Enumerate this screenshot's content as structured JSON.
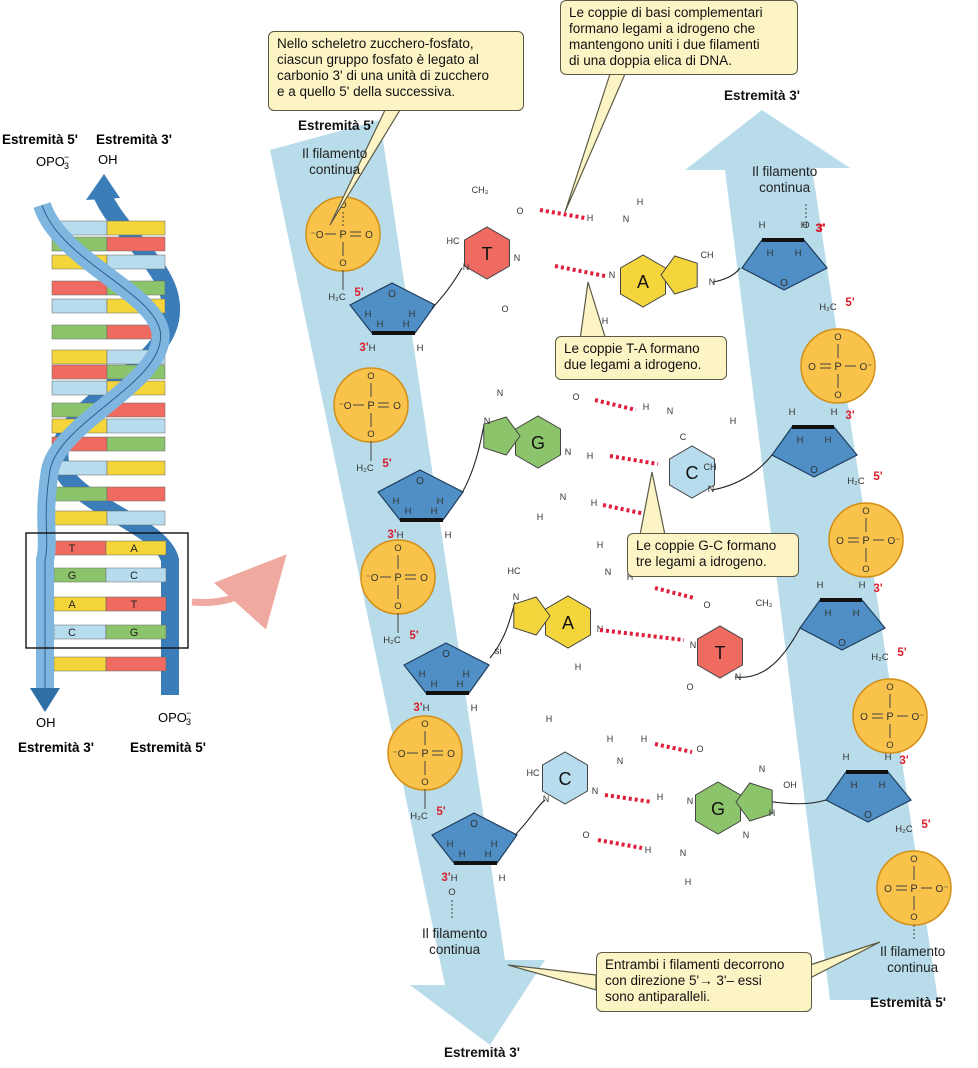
{
  "callouts": {
    "backbone": [
      "Nello scheletro zucchero-fosfato,",
      "ciascun gruppo fosfato è legato al",
      "carbonio 3' di una unità di zucchero",
      "e a quello 5' della successiva."
    ],
    "base_pairs": [
      "Le coppie di basi complementari",
      "formano legami a idrogeno che",
      "mantengono uniti i due filamenti",
      "di una doppia elica di DNA."
    ],
    "ta_pairs": [
      "Le coppie T-A formano",
      "due legami a idrogeno."
    ],
    "gc_pairs": [
      "Le coppie G-C formano",
      "tre legami a idrogeno."
    ],
    "antiparallel": [
      "Entrambi i filamenti decorrono",
      "con direzione 5'→ 3'– essi",
      "sono antiparalleli."
    ]
  },
  "helix": {
    "end_5_left": "Estremità 5'",
    "end_3_right": "Estremità 3'",
    "top_left_group": "OPO",
    "top_right_group": "OH",
    "bottom_left_group": "OH",
    "bottom_right_group": "OPO",
    "end_3_bottom": "Estremità 3'",
    "end_5_bottom": "Estremità 5'",
    "box_pairs": [
      {
        "left": "T",
        "right": "A"
      },
      {
        "left": "G",
        "right": "C"
      },
      {
        "left": "A",
        "right": "T"
      },
      {
        "left": "C",
        "right": "G"
      }
    ]
  },
  "strand_left": {
    "top_end": "Estremità 5'",
    "continues_top": [
      "Il filamento",
      "continua"
    ],
    "continues_bottom": [
      "Il filamento",
      "continua"
    ],
    "bottom_end": "Estremità 3'"
  },
  "strand_right": {
    "top_end": "Estremità 3'",
    "continues_top": [
      "Il filamento",
      "continua"
    ],
    "continues_bottom": [
      "Il filamento",
      "continua"
    ],
    "bottom_end": "Estremità 5'"
  },
  "bases": {
    "T": "T",
    "A": "A",
    "G": "G",
    "C": "C"
  },
  "atoms": {
    "phosphorus": "P",
    "oxygen": "O",
    "hydrogen": "H",
    "nitrogen": "N",
    "carbon": "C",
    "ch2": "H₂C",
    "ch": "CH",
    "ch3": "CH₃",
    "hc": "HC",
    "oh": "OH",
    "o_minus": "⁻O",
    "o_minus_right": "O⁻",
    "prime_5": "5'",
    "prime_3": "3'",
    "stray_si": "si"
  },
  "colors": {
    "phosphate": "#f9c24a",
    "phosphate_edge": "#d28f17",
    "sugar": "#4f8fc6",
    "band": "#b7dbe9",
    "thymine": "#ef6b61",
    "adenine": "#f4d53c",
    "guanine": "#8cc46b",
    "cytosine": "#b7dcee",
    "hbond": "#e01d3a",
    "prime": "#d81e2c",
    "callout": "#fdf4c6"
  }
}
